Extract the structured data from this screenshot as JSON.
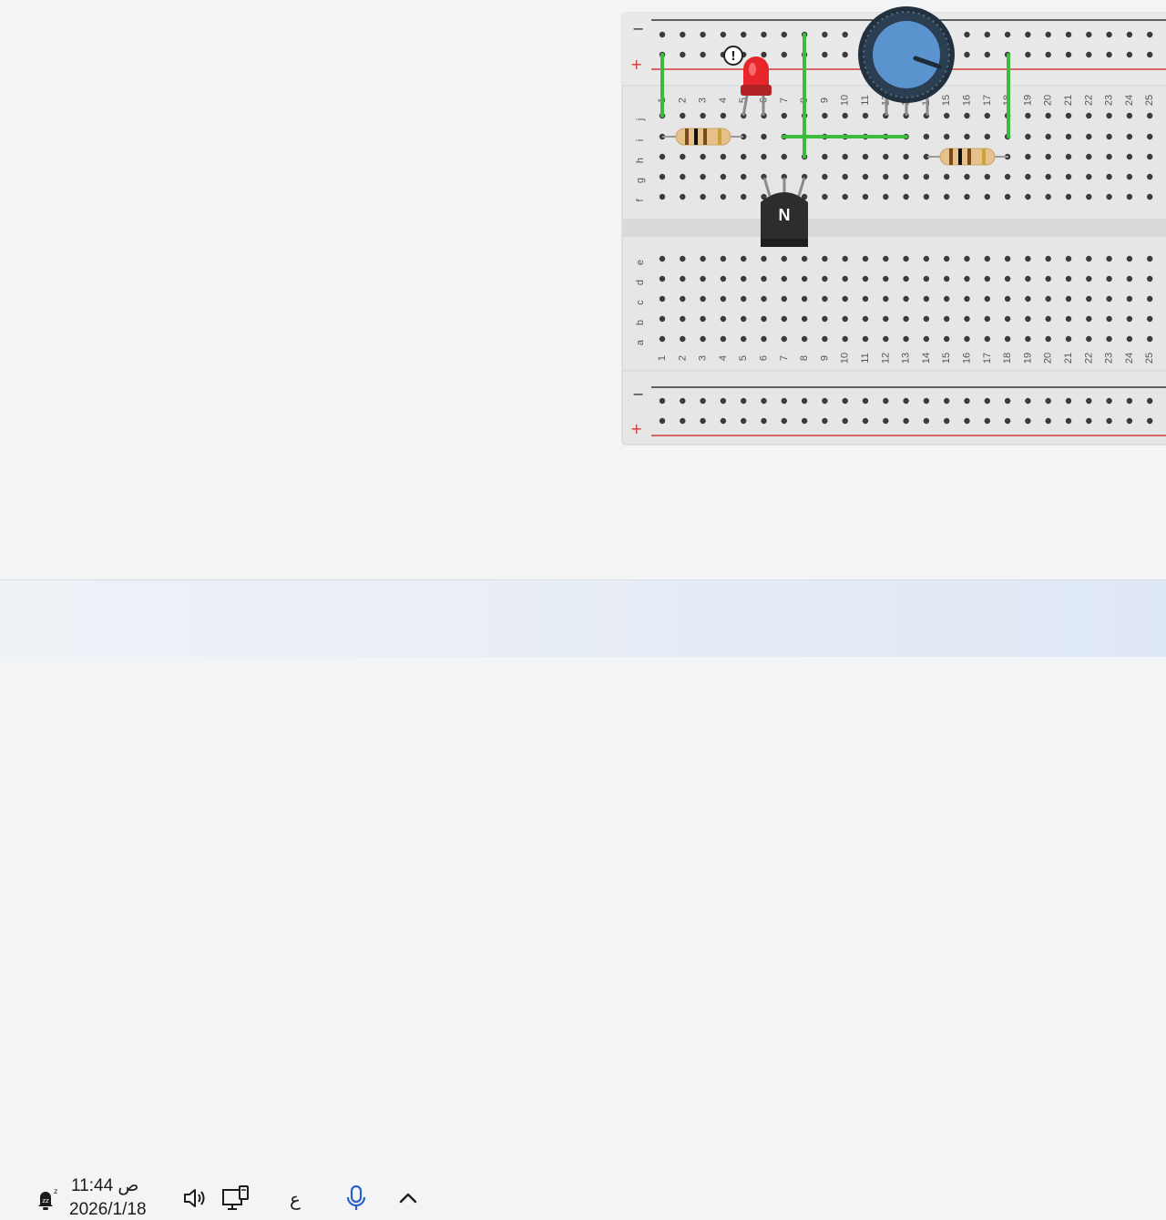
{
  "breadboard": {
    "rail_minus": "−",
    "rail_plus": "+",
    "columns": [
      "1",
      "2",
      "3",
      "4",
      "5",
      "6",
      "7",
      "8",
      "9",
      "10",
      "11",
      "12",
      "13",
      "14",
      "15",
      "16",
      "17",
      "18",
      "19",
      "20",
      "21",
      "22",
      "23",
      "24",
      "25"
    ],
    "top_rows": [
      "j",
      "i",
      "h",
      "g",
      "f"
    ],
    "bottom_rows": [
      "e",
      "d",
      "c",
      "b",
      "a"
    ],
    "transistor_label": "N",
    "warning_label": "!",
    "colors": {
      "wire": "#3dbb3d",
      "led": "#e8262a",
      "knob": "#5b93cf",
      "board": "#e6e6e6",
      "rail_red": "#d23a3a"
    }
  },
  "taskbar": {
    "time": "11:44 ص",
    "date": "2026/1/18",
    "language": "ع",
    "icons": [
      "notifications-snoozed-icon",
      "volume-icon",
      "network-icon",
      "microphone-icon",
      "chevron-up-icon"
    ]
  }
}
